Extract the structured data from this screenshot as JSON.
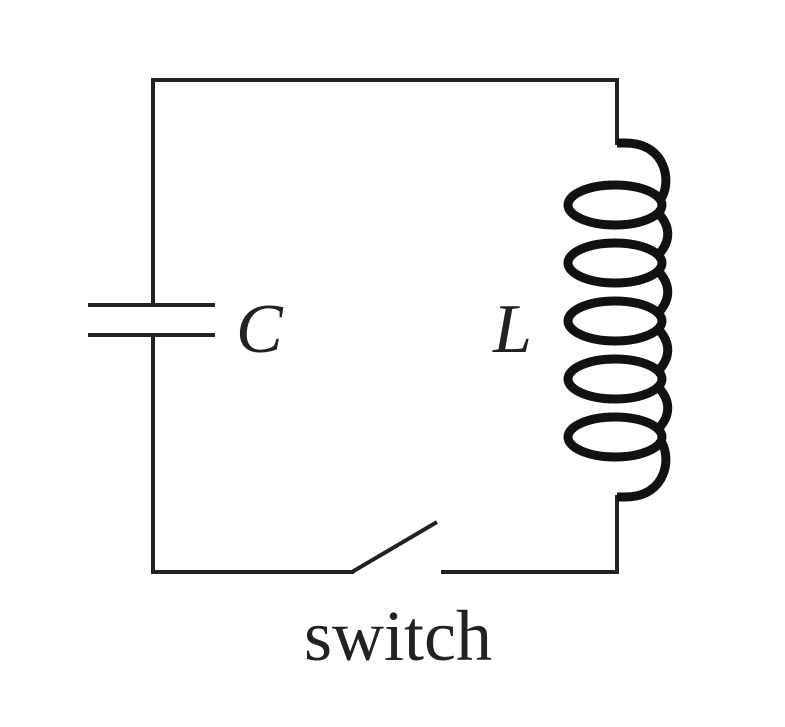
{
  "labels": {
    "capacitor": "C",
    "inductor": "L",
    "switch": "switch"
  },
  "colors": {
    "wire": "#222222",
    "coil": "#111111",
    "background": "#ffffff"
  },
  "inductor_turns": 5
}
